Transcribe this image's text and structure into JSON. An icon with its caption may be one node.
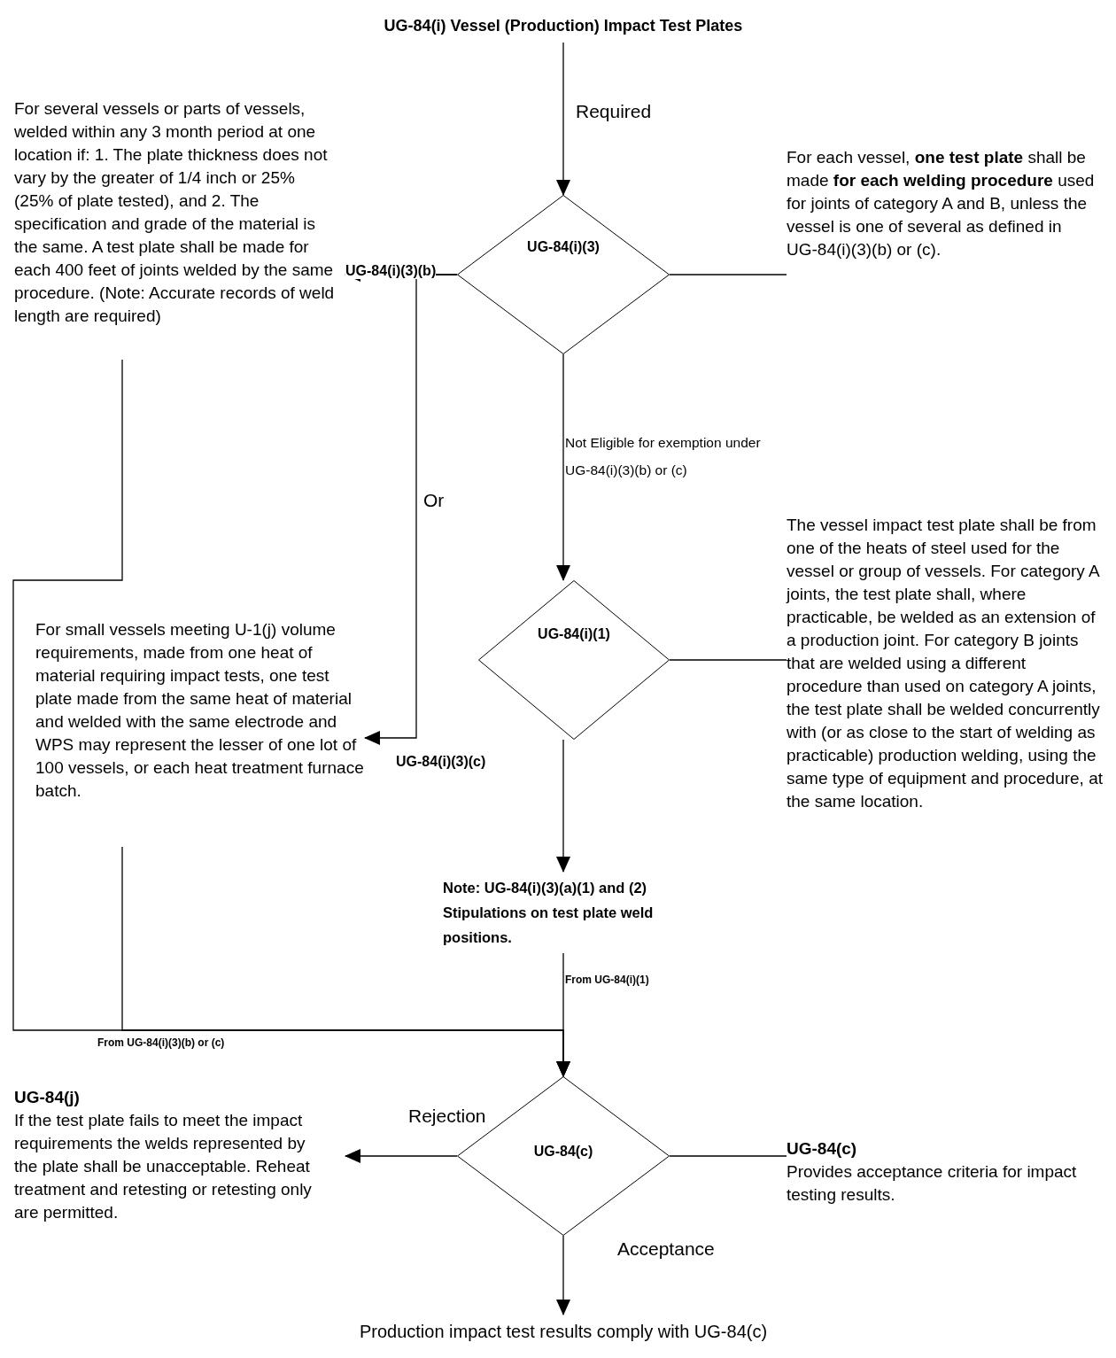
{
  "diagram": {
    "nodes": [
      {
        "text": [
          "UG-84(i) Vessel (Production) Impact Test Plates"
        ]
      },
      {
        "text": [
          "UG-84(i)(3)"
        ]
      },
      {
        "text": [
          "For several vessels or parts of vessels, welded within any 3 month period at one location if: 1. The plate thickness does not vary by the greater of 1/4 inch or 25% (25% of plate tested), and 2. The specification and grade of the material is the same. A test plate shall be made for each 400 feet of joints welded by the same procedure. (Note: Accurate records of weld length are required)"
        ]
      },
      {
        "text": [
          "For each vessel, **one test plate** shall be made **for each welding procedure** used for joints of category A and B, unless the vessel is one of several as defined in UG-84(i)(3)(b) or (c)."
        ]
      },
      {
        "text": [
          "For small vessels meeting U-1(j) volume requirements, made from one heat of material requiring impact tests, one test plate made from the same heat of material and welded with the same electrode and WPS may represent the lesser of one lot of 100 vessels, or each heat treatment furnace batch."
        ]
      },
      {
        "text": [
          "UG-84(i)(1)"
        ]
      },
      {
        "text": [
          "The vessel impact test plate shall be from one of the heats of steel used for the vessel or group of vessels. For category A joints, the test plate shall, where practicable, be welded as an extension of a production joint. For category B joints that are welded using a different procedure than used on category A joints, the test plate shall be welded concurrently with (or as close to the start of welding as practicable) production welding, using the same type of equipment and procedure, at the same location."
        ]
      },
      {
        "text": [
          "Note: UG-84(i)(3)(a)(1) and (2) Stipulations on test plate weld positions."
        ]
      },
      {
        "text": [
          "UG-84(c)"
        ]
      },
      {
        "text": [
          "UG-84(j)",
          "If the test plate fails to meet the impact requirements the welds represented by the plate shall be unacceptable.  Reheat treatment and retesting or retesting only are permitted."
        ]
      },
      {
        "text": [
          "UG-84(c)",
          "Provides acceptance criteria for impact testing results."
        ]
      },
      {
        "text": [
          "Production impact test results comply with UG-84(c)"
        ]
      }
    ],
    "edges": [
      {
        "from": 0,
        "to": 1,
        "arrow": "to",
        "label": "Required"
      },
      {
        "from": 1,
        "to": 2,
        "arrow": "to",
        "label": "UG-84(i)(3)(b)"
      },
      {
        "from": 1,
        "to": 4,
        "arrow": "to",
        "label": "UG-84(i)(3)(c)"
      },
      {
        "from": 1,
        "to": 3,
        "arrow": "none"
      },
      {
        "from": 1,
        "to": 5,
        "arrow": "to",
        "label": "Not Eligible for exemption under UG-84(i)(3)(b) or (c)"
      },
      {
        "from": 5,
        "to": 6,
        "arrow": "none"
      },
      {
        "from": 5,
        "to": 7,
        "arrow": "to"
      },
      {
        "from": 7,
        "to": 8,
        "arrow": "to",
        "label": "From UG-84(i)(1)"
      },
      {
        "from": 2,
        "to": 8,
        "arrow": "to",
        "label": "From UG-84(i)(3)(b) or (c)"
      },
      {
        "from": 4,
        "to": 8,
        "arrow": "to"
      },
      {
        "from": 8,
        "to": 9,
        "arrow": "to",
        "label": "Rejection"
      },
      {
        "from": 8,
        "to": 10,
        "arrow": "none"
      },
      {
        "from": 8,
        "to": 11,
        "arrow": "to",
        "label": "Acceptance"
      }
    ],
    "labels": [
      "Or"
    ]
  }
}
